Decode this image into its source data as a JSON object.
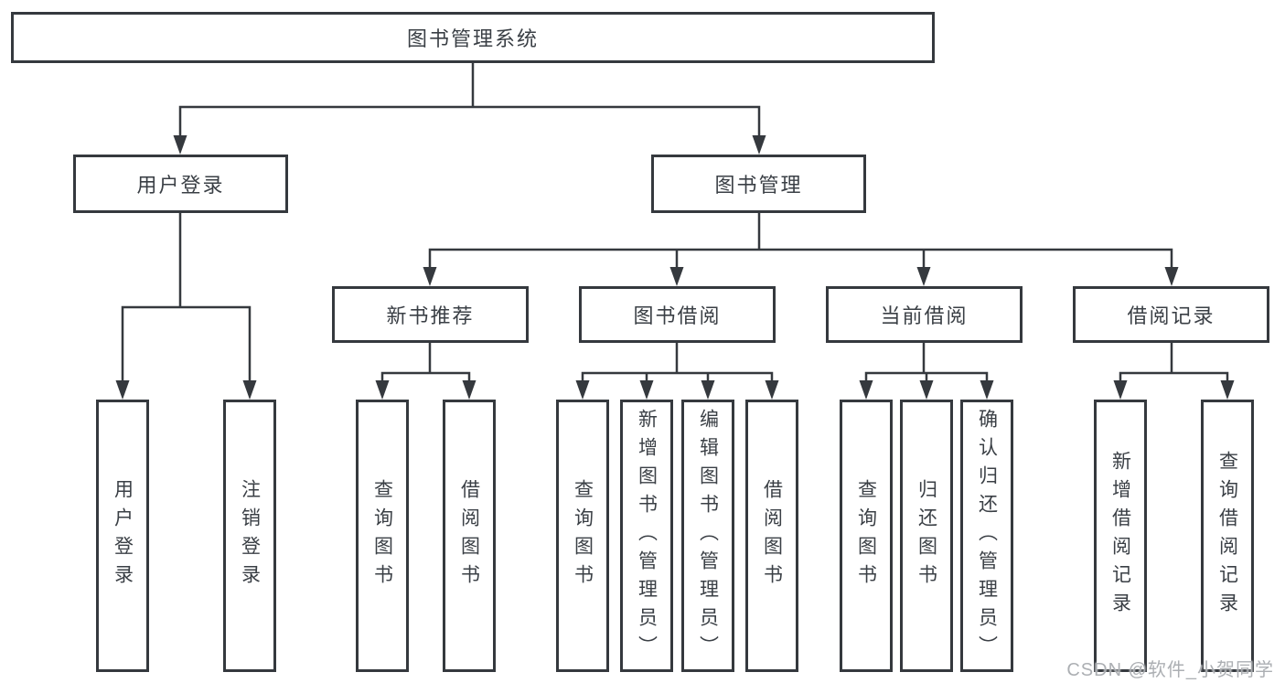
{
  "diagram": {
    "root": {
      "label": "图书管理系统"
    },
    "branches": [
      {
        "label": "用户登录",
        "children": [
          {
            "label": "用户登录"
          },
          {
            "label": "注销登录"
          }
        ]
      },
      {
        "label": "图书管理",
        "modules": [
          {
            "label": "新书推荐",
            "children": [
              {
                "label": "查询图书"
              },
              {
                "label": "借阅图书"
              }
            ]
          },
          {
            "label": "图书借阅",
            "children": [
              {
                "label": "查询图书"
              },
              {
                "label": "新增图书（管理员）"
              },
              {
                "label": "编辑图书（管理员）"
              },
              {
                "label": "借阅图书"
              }
            ]
          },
          {
            "label": "当前借阅",
            "children": [
              {
                "label": "查询图书"
              },
              {
                "label": "归还图书"
              },
              {
                "label": "确认归还（管理员）"
              }
            ]
          },
          {
            "label": "借阅记录",
            "children": [
              {
                "label": "新增借阅记录"
              },
              {
                "label": "查询借阅记录"
              }
            ]
          }
        ]
      }
    ]
  },
  "watermark": {
    "text": "CSDN @软件_小贺同学"
  },
  "colors": {
    "line": "#35393e",
    "box_border": "#35393e",
    "text": "#3a3f45",
    "watermark_text": "#a8abaf",
    "background": "#ffffff"
  }
}
